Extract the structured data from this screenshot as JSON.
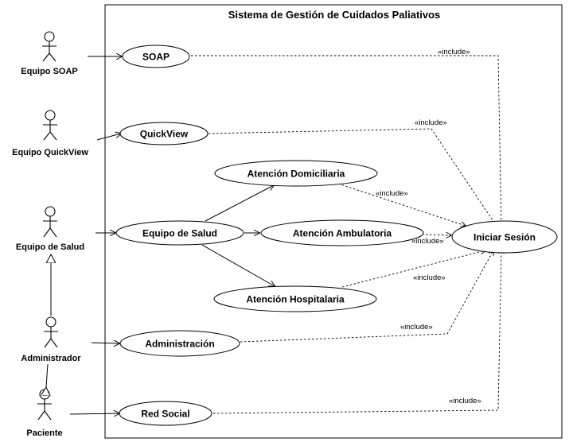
{
  "system": {
    "title": "Sistema de Gestión de Cuidados Paliativos"
  },
  "actors": {
    "soap": "Equipo SOAP",
    "quickview": "Equipo QuickView",
    "salud": "Equipo de Salud",
    "admin": "Administrador",
    "paciente": "Paciente"
  },
  "use_cases": {
    "soap": "SOAP",
    "quickview": "QuickView",
    "domiciliaria": "Atención Domiciliaria",
    "salud": "Equipo de Salud",
    "ambulatoria": "Atención Ambulatoria",
    "hospitalaria": "Atención Hospitalaria",
    "admin": "Administración",
    "red": "Red Social",
    "sesion": "Iniciar Sesión"
  },
  "relations": {
    "include_label": "«include»"
  }
}
